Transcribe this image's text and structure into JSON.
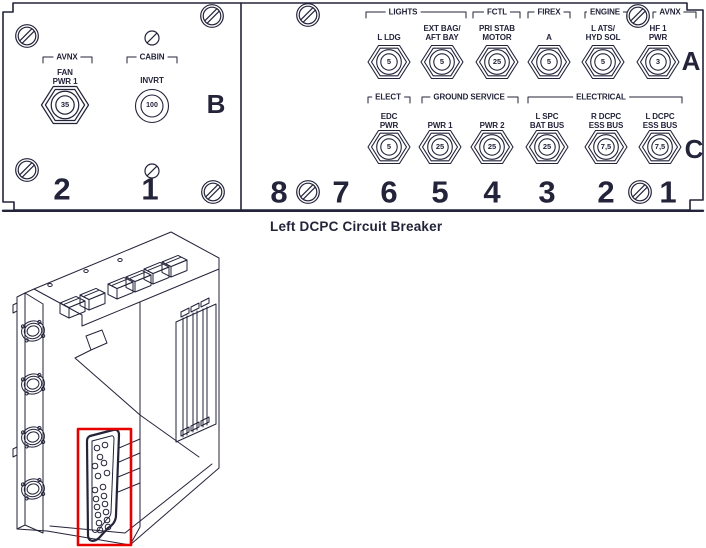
{
  "palette": {
    "ink": "#23233a",
    "red": "#e60000"
  },
  "caption": "Left DCPC Circuit Breaker",
  "left_panel": {
    "letter": "B",
    "groups": [
      {
        "label": "AVNX"
      },
      {
        "label": "CABIN"
      }
    ],
    "breakers": [
      {
        "line1": "FAN",
        "line2": "PWR 1",
        "value": "35"
      },
      {
        "line1": "INVRT",
        "value": "100"
      }
    ],
    "columns": [
      "2",
      "1"
    ]
  },
  "right_panel": {
    "row_a": {
      "letter": "A",
      "groups": [
        {
          "label": "LIGHTS"
        },
        {
          "label": "FCTL"
        },
        {
          "label": "FIREX"
        },
        {
          "label": "ENGINE"
        },
        {
          "label": "AVNX"
        }
      ],
      "breakers": [
        {
          "line1": "L LDG",
          "value": "5"
        },
        {
          "line1": "EXT BAG/",
          "line2": "AFT BAY",
          "value": "5"
        },
        {
          "line1": "PRI STAB",
          "line2": "MOTOR",
          "value": "25"
        },
        {
          "line1": "A",
          "value": "5"
        },
        {
          "line1": "L ATS/",
          "line2": "HYD SOL",
          "value": "5"
        },
        {
          "line1": "HF 1",
          "line2": "PWR",
          "value": "3"
        }
      ]
    },
    "row_c": {
      "letter": "C",
      "groups": [
        {
          "label": "ELECT"
        },
        {
          "label": "GROUND SERVICE"
        },
        {
          "label": "ELECTRICAL"
        }
      ],
      "breakers": [
        {
          "line1": "EDC",
          "line2": "PWR",
          "value": "5"
        },
        {
          "line1": "PWR 1",
          "value": "25"
        },
        {
          "line1": "PWR 2",
          "value": "25"
        },
        {
          "line1": "L SPC",
          "line2": "BAT BUS",
          "value": "25"
        },
        {
          "line1": "R DCPC",
          "line2": "ESS BUS",
          "value": "7,5"
        },
        {
          "line1": "L DCPC",
          "line2": "ESS BUS",
          "value": "7,5"
        }
      ]
    },
    "columns": [
      "8",
      "7",
      "6",
      "5",
      "4",
      "3",
      "2",
      "1"
    ]
  }
}
